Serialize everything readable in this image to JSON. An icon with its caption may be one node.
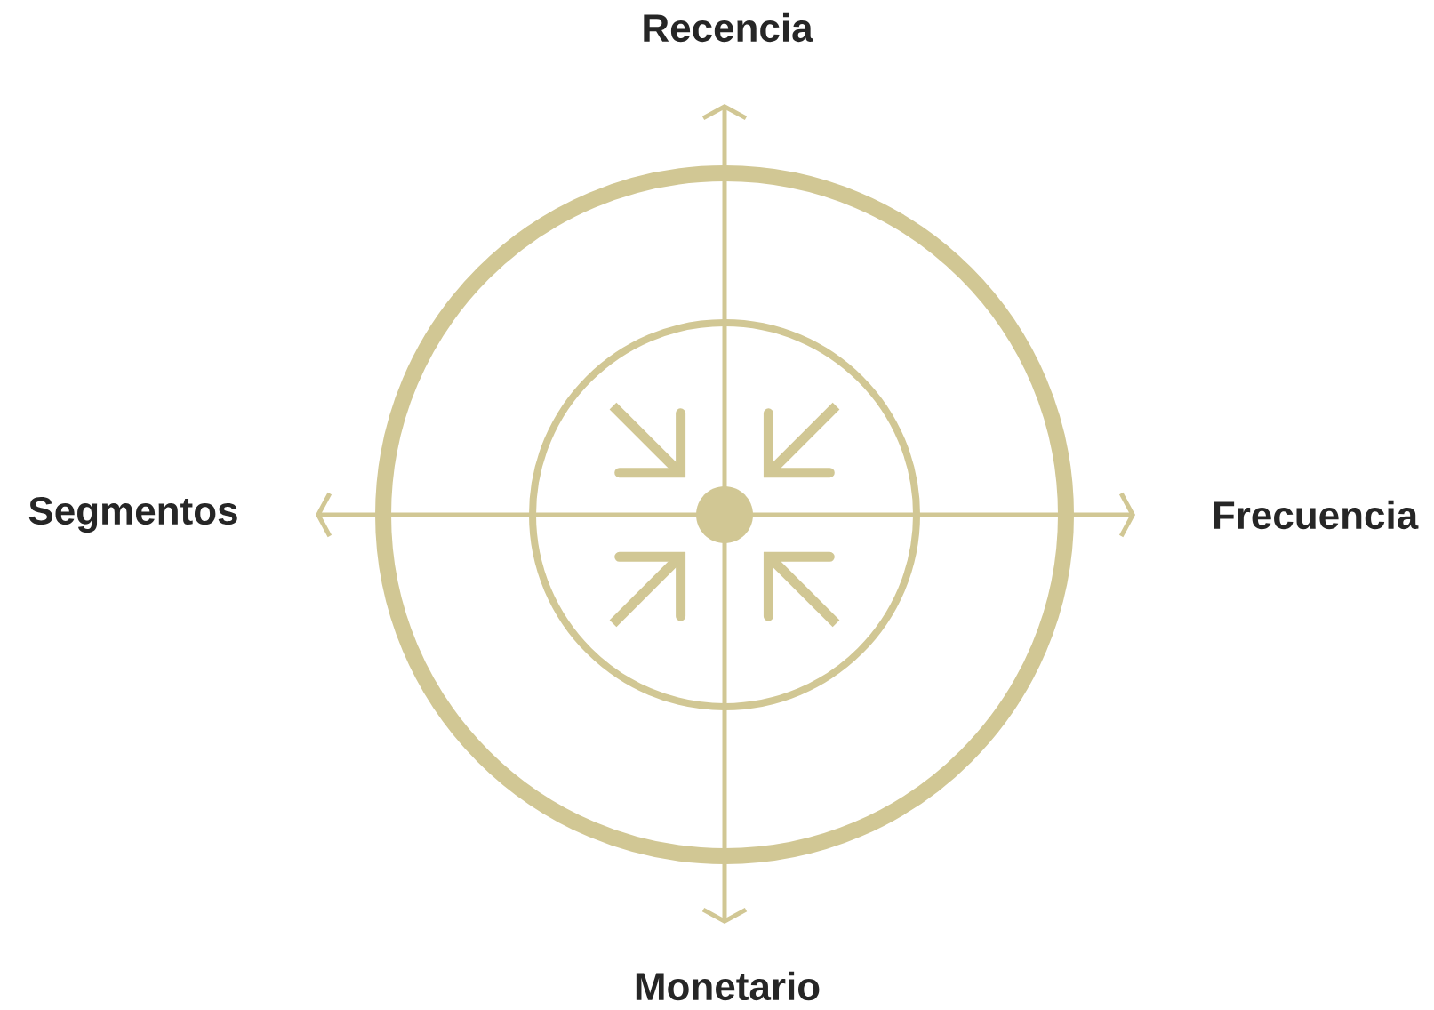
{
  "diagram": {
    "labels": [
      "Recencia",
      "Segmentos",
      "Frecuencia",
      "Monetario"
    ]
  }
}
